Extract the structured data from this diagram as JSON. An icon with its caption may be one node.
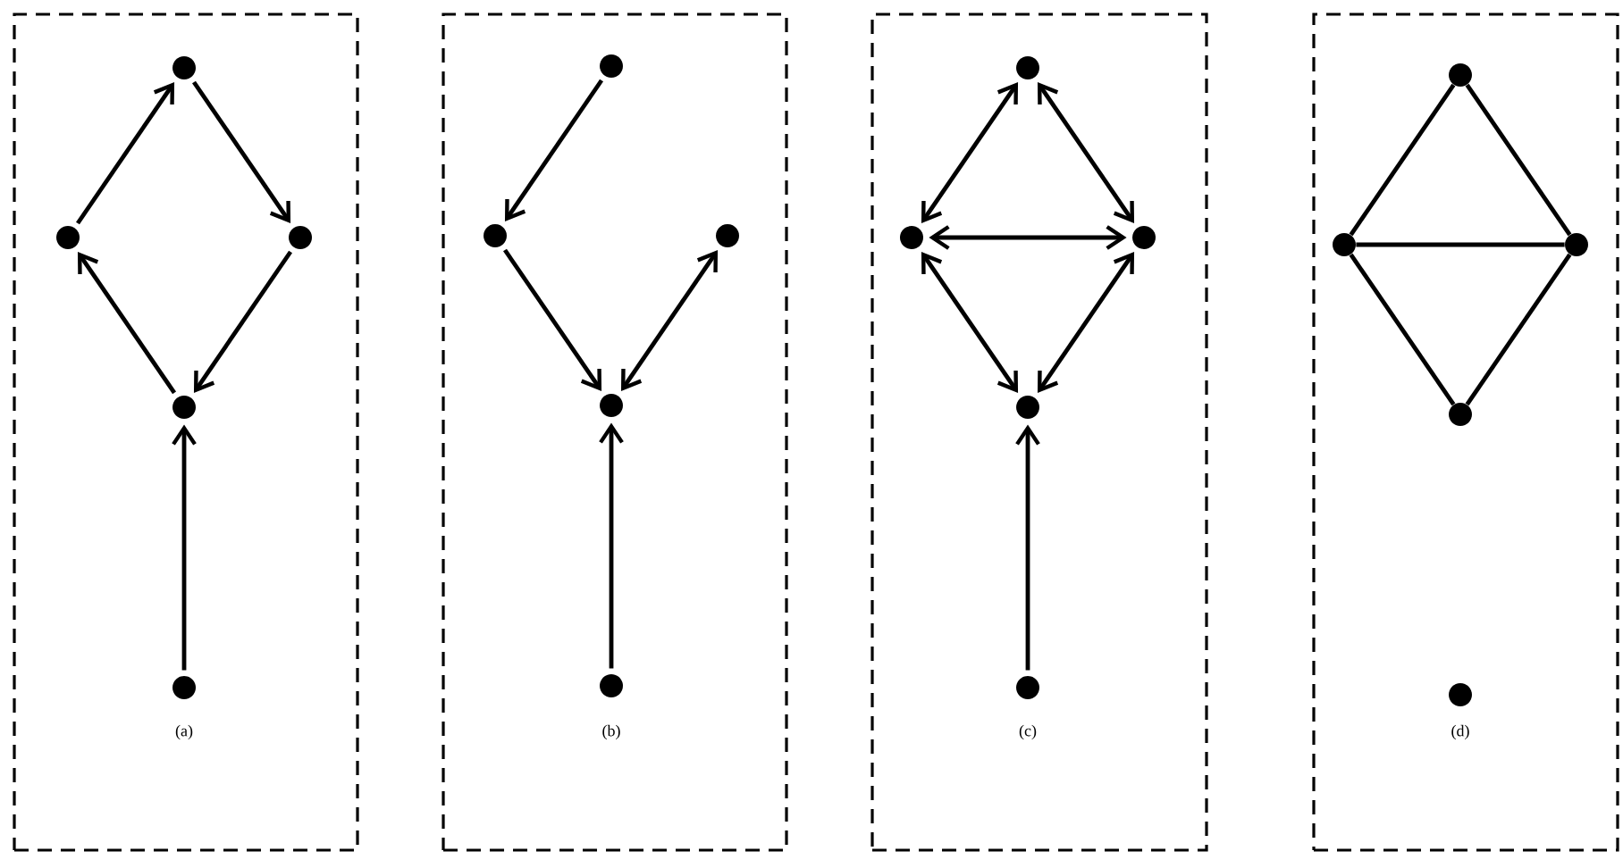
{
  "diagram": {
    "nodes": [
      {
        "text": [
          "(a)"
        ]
      },
      {
        "text": [],
        "shape": "circle",
        "in": 0
      },
      {
        "text": [],
        "shape": "circle",
        "in": 0
      },
      {
        "text": [],
        "shape": "circle",
        "in": 0
      },
      {
        "text": [],
        "shape": "circle",
        "in": 0
      },
      {
        "text": [],
        "shape": "circle",
        "in": 0
      },
      {
        "text": [
          "(b)"
        ]
      },
      {
        "text": [],
        "shape": "circle",
        "in": 6
      },
      {
        "text": [],
        "shape": "circle",
        "in": 6
      },
      {
        "text": [],
        "shape": "circle",
        "in": 6
      },
      {
        "text": [],
        "shape": "circle",
        "in": 6
      },
      {
        "text": [],
        "shape": "circle",
        "in": 6
      },
      {
        "text": [
          "(c)"
        ]
      },
      {
        "text": [],
        "shape": "circle",
        "in": 12
      },
      {
        "text": [],
        "shape": "circle",
        "in": 12
      },
      {
        "text": [],
        "shape": "circle",
        "in": 12
      },
      {
        "text": [],
        "shape": "circle",
        "in": 12
      },
      {
        "text": [],
        "shape": "circle",
        "in": 12
      },
      {
        "text": [
          "(d)"
        ]
      },
      {
        "text": [],
        "shape": "circle",
        "in": 18
      },
      {
        "text": [],
        "shape": "circle",
        "in": 18
      },
      {
        "text": [],
        "shape": "circle",
        "in": 18
      },
      {
        "text": [],
        "shape": "circle",
        "in": 18
      },
      {
        "text": [],
        "shape": "circle",
        "in": 18
      }
    ],
    "edges": [
      {
        "from": 2,
        "to": 1,
        "arrow": "to"
      },
      {
        "from": 1,
        "to": 3,
        "arrow": "to"
      },
      {
        "from": 3,
        "to": 4,
        "arrow": "to"
      },
      {
        "from": 4,
        "to": 2,
        "arrow": "to"
      },
      {
        "from": 5,
        "to": 4,
        "arrow": "to"
      },
      {
        "from": 7,
        "to": 8,
        "arrow": "to"
      },
      {
        "from": 8,
        "to": 10,
        "arrow": "to"
      },
      {
        "from": 9,
        "to": 10,
        "arrow": "both"
      },
      {
        "from": 11,
        "to": 10,
        "arrow": "to"
      },
      {
        "from": 13,
        "to": 14,
        "arrow": "both"
      },
      {
        "from": 13,
        "to": 15,
        "arrow": "both"
      },
      {
        "from": 14,
        "to": 15,
        "arrow": "both"
      },
      {
        "from": 14,
        "to": 16,
        "arrow": "both"
      },
      {
        "from": 15,
        "to": 16,
        "arrow": "both"
      },
      {
        "from": 17,
        "to": 16,
        "arrow": "to"
      },
      {
        "from": 19,
        "to": 20,
        "arrow": "none"
      },
      {
        "from": 19,
        "to": 21,
        "arrow": "none"
      },
      {
        "from": 20,
        "to": 21,
        "arrow": "none"
      },
      {
        "from": 20,
        "to": 22,
        "arrow": "none"
      },
      {
        "from": 21,
        "to": 22,
        "arrow": "none"
      }
    ]
  }
}
